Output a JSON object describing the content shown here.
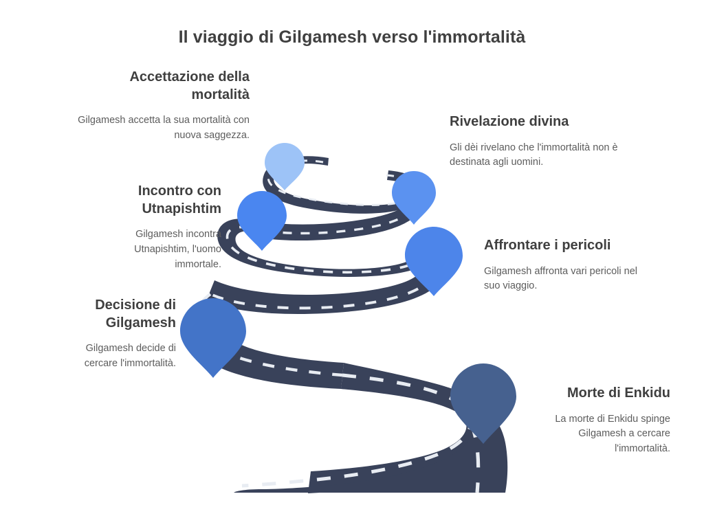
{
  "header": {
    "title": "Il viaggio di Gilgamesh verso l'immortalità"
  },
  "theme": {
    "background": "#ffffff",
    "road_color": "#39425a",
    "road_dash_color": "#e8ecf2",
    "heading_color": "#3f3f3f",
    "body_color": "#5c5c5c"
  },
  "steps": [
    {
      "id": "accettazione-della-mortalita",
      "title": "Accettazione della mortalità",
      "body": "Gilgamesh accetta la sua mortalità con nuova saggezza.",
      "side": "left",
      "align": "right",
      "pin_color": "#9dc3f7",
      "pin_size": "small"
    },
    {
      "id": "incontro-con-utnapishtim",
      "title": "Incontro con Utnapishtim",
      "body": "Gilgamesh incontra Utnapishtim, l'uomo immortale.",
      "side": "left",
      "align": "right",
      "pin_color": "#4a86f0",
      "pin_size": "medium"
    },
    {
      "id": "decisione-di-gilgamesh",
      "title": "Decisione di Gilgamesh",
      "body": "Gilgamesh decide di cercare l'immortalità.",
      "side": "left",
      "align": "right",
      "pin_color": "#4374c8",
      "pin_size": "large"
    },
    {
      "id": "rivelazione-divina",
      "title": "Rivelazione divina",
      "body": "Gli dèi rivelano che l'immortalità non è destinata agli uomini.",
      "side": "right",
      "align": "left",
      "pin_color": "#5b92f0",
      "pin_size": "small"
    },
    {
      "id": "affrontare-i-pericoli",
      "title": "Affrontare i pericoli",
      "body": "Gilgamesh affronta vari pericoli nel suo viaggio.",
      "side": "right",
      "align": "left",
      "pin_color": "#4d85ea",
      "pin_size": "medium"
    },
    {
      "id": "morte-di-enkidu",
      "title": "Morte di Enkidu",
      "body": "La morte di Enkidu spinge Gilgamesh a cercare l'immortalità.",
      "side": "right",
      "align": "right",
      "pin_color": "#46618f",
      "pin_size": "large"
    }
  ]
}
